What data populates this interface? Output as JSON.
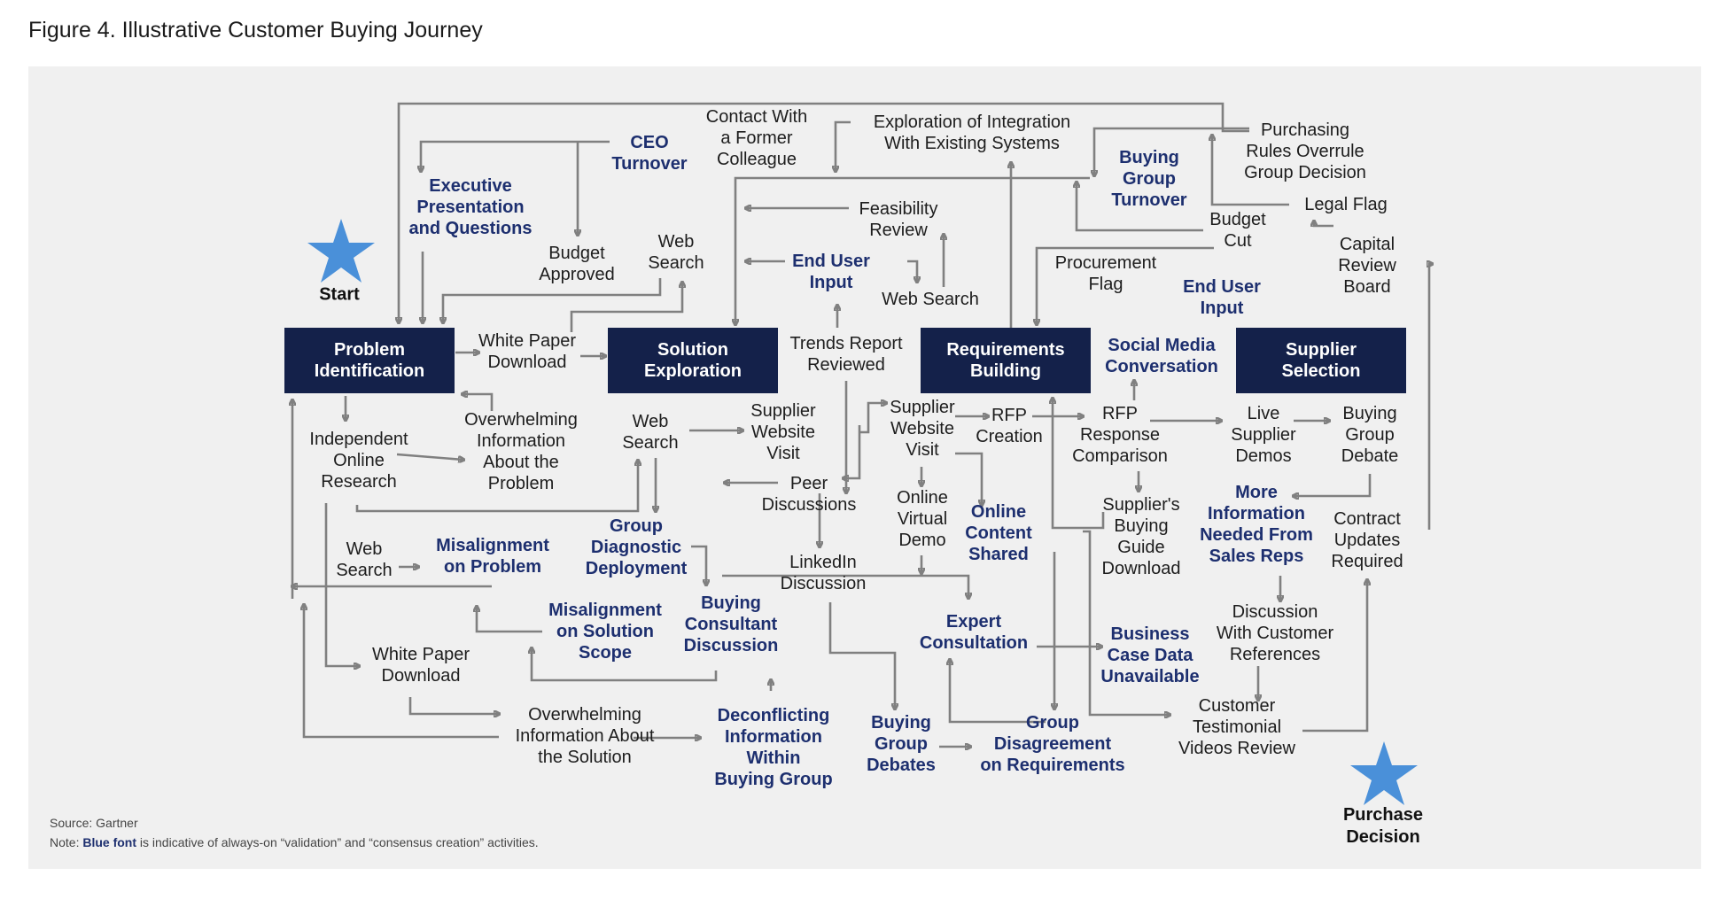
{
  "figure_title": "Figure 4. Illustrative Customer Buying Journey",
  "stages": {
    "problem_identification": "Problem\nIdentification",
    "solution_exploration": "Solution\nExploration",
    "requirements_building": "Requirements\nBuilding",
    "supplier_selection": "Supplier\nSelection"
  },
  "start_label": "Start",
  "purchase_decision_label": "Purchase\nDecision",
  "activities": {
    "ceo_turnover": "CEO\nTurnover",
    "executive_presentation": "Executive\nPresentation\nand Questions",
    "budget_approved": "Budget\nApproved",
    "web_search_top": "Web\nSearch",
    "contact_former_colleague": "Contact With\na Former\nColleague",
    "exploration_integration": "Exploration of Integration\nWith Existing Systems",
    "buying_group_turnover": "Buying\nGroup\nTurnover",
    "purchasing_rules": "Purchasing\nRules Overrule\nGroup Decision",
    "legal_flag": "Legal Flag",
    "budget_cut": "Budget\nCut",
    "capital_review_board": "Capital\nReview\nBoard",
    "feasibility_review": "Feasibility\nReview",
    "end_user_input_1": "End User\nInput",
    "web_search_mid": "Web Search",
    "procurement_flag": "Procurement\nFlag",
    "end_user_input_2": "End User\nInput",
    "white_paper_download_top": "White Paper\nDownload",
    "trends_report": "Trends Report\nReviewed",
    "social_media": "Social Media\nConversation",
    "independent_research": "Independent\nOnline\nResearch",
    "overwhelming_problem": "Overwhelming\nInformation\nAbout the\nProblem",
    "web_search_left": "Web\nSearch",
    "supplier_website_visit_1": "Supplier\nWebsite\nVisit",
    "supplier_website_visit_2": "Supplier\nWebsite\nVisit",
    "rfp_creation": "RFP\nCreation",
    "rfp_response": "RFP\nResponse\nComparison",
    "live_demos": "Live\nSupplier\nDemos",
    "buying_group_debate": "Buying\nGroup\nDebate",
    "peer_discussions": "Peer\nDiscussions",
    "online_virtual_demo": "Online\nVirtual\nDemo",
    "online_content_shared": "Online\nContent\nShared",
    "suppliers_buying_guide": "Supplier's\nBuying\nGuide\nDownload",
    "more_information": "More\nInformation\nNeeded From\nSales Reps",
    "contract_updates": "Contract\nUpdates\nRequired",
    "web_search_low": "Web\nSearch",
    "misalignment_problem": "Misalignment\non Problem",
    "group_diagnostic": "Group\nDiagnostic\nDeployment",
    "linkedin_discussion": "LinkedIn\nDiscussion",
    "misalignment_scope": "Misalignment\non Solution\nScope",
    "buying_consultant": "Buying\nConsultant\nDiscussion",
    "expert_consultation": "Expert\nConsultation",
    "business_case": "Business\nCase Data\nUnavailable",
    "discussion_references": "Discussion\nWith Customer\nReferences",
    "white_paper_download_low": "White Paper\nDownload",
    "overwhelming_solution": "Overwhelming\nInformation About\nthe Solution",
    "deconflicting": "Deconflicting\nInformation\nWithin\nBuying Group",
    "buying_group_debates": "Buying\nGroup\nDebates",
    "group_disagreement": "Group\nDisagreement\non Requirements",
    "customer_testimonial": "Customer\nTestimonial\nVideos Review"
  },
  "source": "Source: Gartner",
  "note_prefix": "Note: ",
  "note_blue": "Blue font",
  "note_suffix": " is indicative of always-on “validation” and “consensus creation” activities.",
  "colors": {
    "stage_fill": "#14214a",
    "blue_text": "#1d2f6f",
    "star": "#4a90d9",
    "arrow": "#808080",
    "panel": "#f0f0f0"
  }
}
